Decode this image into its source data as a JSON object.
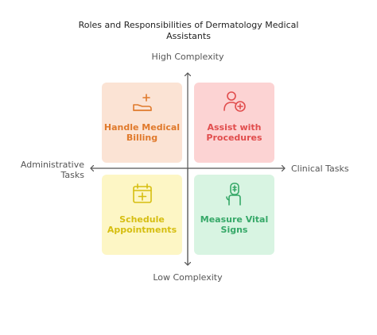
{
  "title": "Roles and Responsibilities of Dermatology Medical Assistants",
  "axes": {
    "y_high": "High Complexity",
    "y_low": "Low Complexity",
    "x_left": "Administrative Tasks",
    "x_right": "Clinical Tasks"
  },
  "quadrants": {
    "top_left": {
      "label": "Handle Medical Billing",
      "icon": "hand-plus-icon",
      "color": "#e07a2c",
      "bg": "#fbe3d4"
    },
    "top_right": {
      "label": "Assist with Procedures",
      "icon": "user-plus-icon",
      "color": "#e14d4d",
      "bg": "#fcd3d3"
    },
    "bottom_left": {
      "label": "Schedule Appointments",
      "icon": "calendar-plus-icon",
      "color": "#d6be10",
      "bg": "#fdf6c5"
    },
    "bottom_right": {
      "label": "Measure Vital Signs",
      "icon": "hand-thermometer-icon",
      "color": "#36a868",
      "bg": "#d8f4e2"
    }
  }
}
